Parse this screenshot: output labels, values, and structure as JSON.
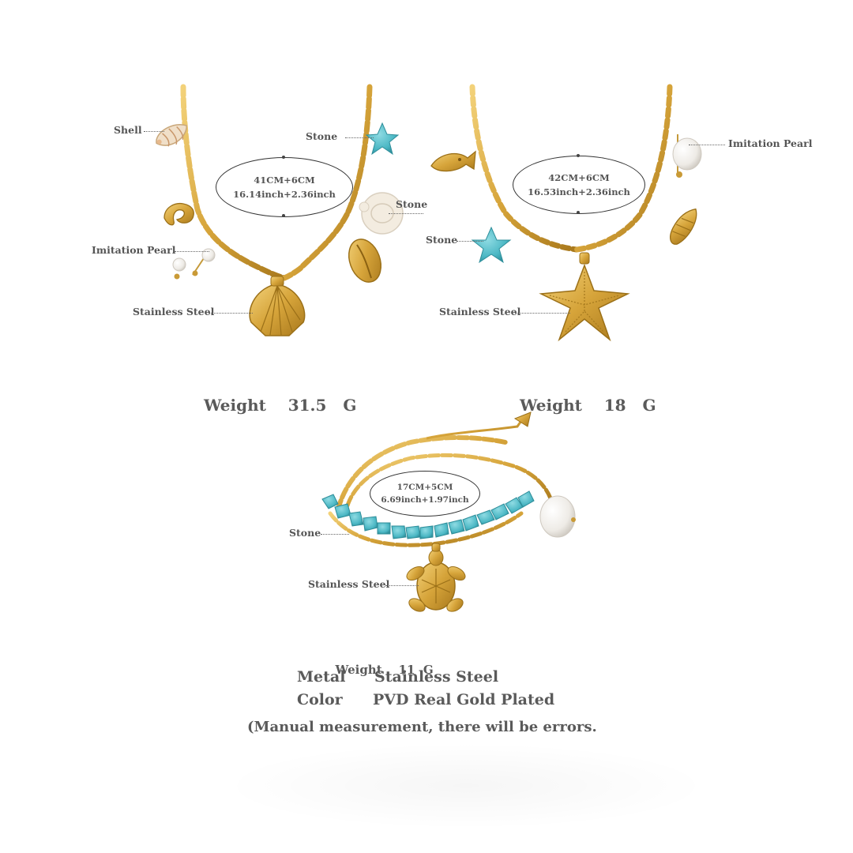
{
  "product1": {
    "size_cm": "41CM+6CM",
    "size_inch": "16.14inch+2.36inch",
    "labels": {
      "shell": "Shell",
      "stone_top": "Stone",
      "stone_mid": "Stone",
      "imitation_pearl": "Imitation Pearl",
      "stainless_steel": "Stainless Steel"
    },
    "weight_label": "Weight",
    "weight_value": "31.5",
    "weight_unit": "G"
  },
  "product2": {
    "size_cm": "42CM+6CM",
    "size_inch": "16.53inch+2.36inch",
    "labels": {
      "imitation_pearl": "Imitation Pearl",
      "stone": "Stone",
      "stainless_steel": "Stainless Steel"
    },
    "weight_label": "Weight",
    "weight_value": "18",
    "weight_unit": "G"
  },
  "product3": {
    "size_cm": "17CM+5CM",
    "size_inch": "6.69inch+1.97inch",
    "labels": {
      "stone": "Stone",
      "stainless_steel": "Stainless Steel"
    },
    "weight_label": "Weight",
    "weight_value": "11",
    "weight_unit": "G"
  },
  "specs": {
    "metal_label": "Metal",
    "metal_value": "Stainless Steel",
    "color_label": "Color",
    "color_value": "PVD Real Gold Plated",
    "note": "(Manual measurement, there will be errors."
  },
  "colors": {
    "gold": "#d4a437",
    "gold_dark": "#a97c1c",
    "turquoise": "#5cc3cf",
    "pearl": "#f4f2ee",
    "shell_cream": "#efe3cf"
  }
}
